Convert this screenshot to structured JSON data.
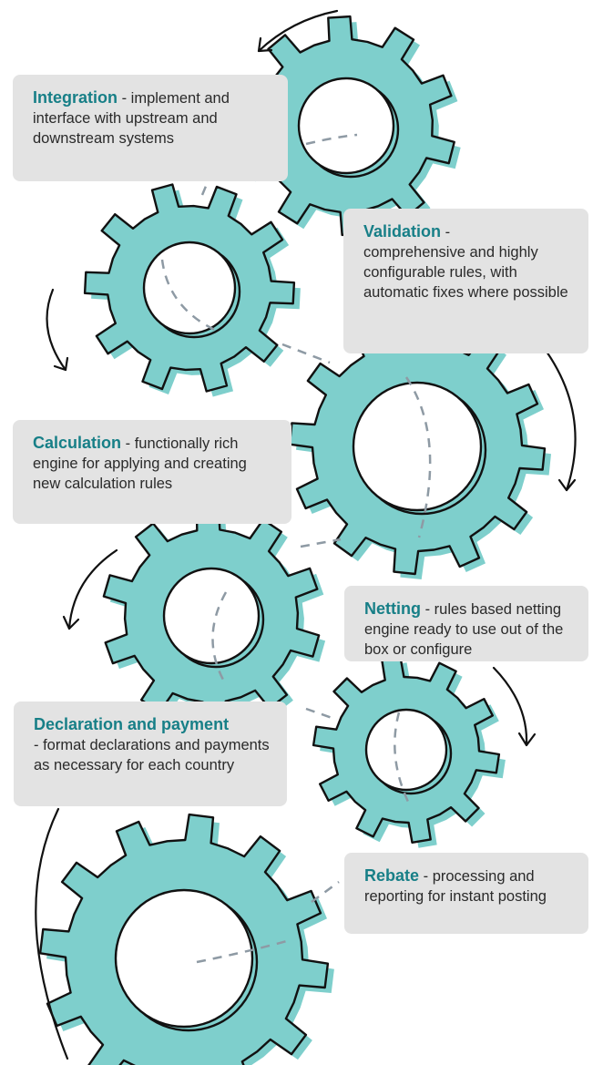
{
  "colors": {
    "gear_fill": "#7ecfcc",
    "gear_outline": "#111111",
    "title_accent": "#177f87",
    "card_bg": "#e3e3e3",
    "dash": "#8e9aa4"
  },
  "cards": {
    "integration": {
      "title": "Integration",
      "sep": " - ",
      "desc": "implement and interface with upstream and downstream systems"
    },
    "validation": {
      "title": "Validation",
      "sep": " - ",
      "desc": "comprehensive and highly configurable rules, with automatic fixes where possible"
    },
    "calculation": {
      "title": "Calculation",
      "sep": " - ",
      "desc": "functionally rich engine for applying and creating new calculation rules"
    },
    "netting": {
      "title": "Netting",
      "sep": " - ",
      "desc": "rules based netting engine ready to use out of the box or configure"
    },
    "declaration": {
      "title": "Declaration and payment",
      "sep": " - ",
      "desc": "format declarations and payments as necessary for each country"
    },
    "rebate": {
      "title": "Rebate",
      "sep": " - ",
      "desc": "processing and reporting for instant posting"
    }
  },
  "icons": [
    "gear-icon",
    "curved-arrow-icon"
  ]
}
